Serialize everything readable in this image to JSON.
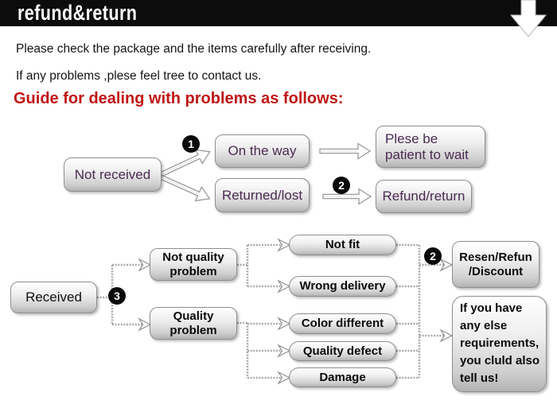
{
  "header": {
    "title": "refund&return"
  },
  "intro": {
    "line1": "Please check the package and the items carefully after receiving.",
    "line2": "If any problems ,plese feel tree to contact us.",
    "heading": "Guide for dealing with problems as follows:"
  },
  "colors": {
    "accent_red": "#c01414",
    "purple_text": "#4b2a52",
    "bar_black": "#0c0c0c",
    "node_border": "#8f8f8f"
  },
  "flowchart": {
    "badges": {
      "step1": "1",
      "step2_top": "2",
      "step3": "3",
      "step2_bottom": "2"
    },
    "nodes": {
      "not_received": "Not received",
      "on_the_way": "On the way",
      "returned_lost": "Returned/lost",
      "plese_wait": {
        "line1": "Plese be",
        "line2": "patient to wait"
      },
      "refund_return": "Refund/return",
      "received": "Received",
      "not_quality": {
        "line1": "Not quality",
        "line2": "problem"
      },
      "quality": {
        "line1": "Quality",
        "line2": "problem"
      },
      "not_fit": "Not fit",
      "wrong_delivery": "Wrong delivery",
      "color_different": "Color different",
      "quality_defect": "Quality defect",
      "damage": "Damage",
      "resen": {
        "line1": "Resen/Refun",
        "line2": "/Discount"
      },
      "if_you_have": "If you have any else requirements, you cluld also tell us!"
    }
  }
}
